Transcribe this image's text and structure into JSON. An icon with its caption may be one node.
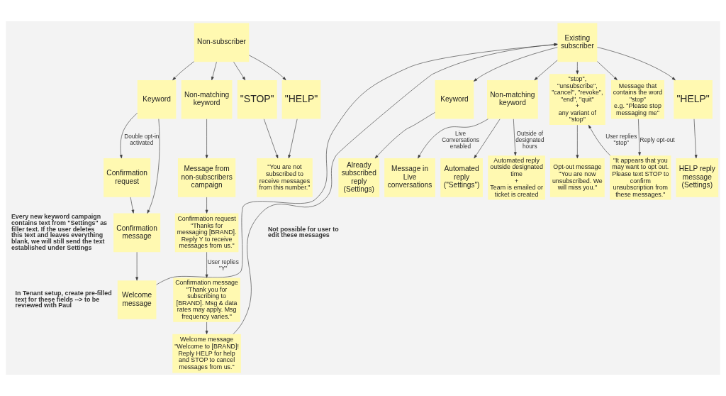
{
  "diagram": {
    "nodes": [
      {
        "text": [
          "Non-subscriber"
        ]
      },
      {
        "text": [
          "Keyword"
        ]
      },
      {
        "text": [
          "Non-matching keyword"
        ]
      },
      {
        "text": [
          "\"STOP\""
        ]
      },
      {
        "text": [
          "\"HELP\""
        ]
      },
      {
        "text": [
          "Confirmation request"
        ]
      },
      {
        "text": [
          "Confirmation message"
        ]
      },
      {
        "text": [
          "Welcome message"
        ]
      },
      {
        "text": [
          "Message from non-subscribers campaign"
        ]
      },
      {
        "text": [
          "Confirmation request",
          "\"Thanks for messaging [BRAND]. Reply Y to receive messages from us.\""
        ]
      },
      {
        "text": [
          "Confirmation message",
          "\"Thank you for subscribing to [BRAND]. Msg & data rates may apply. Msg frequency varies.\""
        ]
      },
      {
        "text": [
          "Welcome message",
          "\"Welcome to [BRAND]! Reply HELP for help and STOP to cancel messages from us.\""
        ]
      },
      {
        "text": [
          "\"You are not subscribed to receive messages from this number.\""
        ]
      },
      {
        "text": [
          "Existing subscriber"
        ]
      },
      {
        "text": [
          "Keyword"
        ]
      },
      {
        "text": [
          "Non-matching keyword"
        ]
      },
      {
        "text": [
          "Already subscribed reply (Settings)"
        ]
      },
      {
        "text": [
          "Message in Live conversations"
        ]
      },
      {
        "text": [
          "Automated reply (\"Settings\")"
        ]
      },
      {
        "text": [
          "Automated reply outside designated time",
          "+",
          "Team is emailed or ticket is created"
        ]
      },
      {
        "text": [
          "\"stop\", \"unsubscribe\", \"cancel\", \"revoke\", \"end\", \"quit\"",
          "+",
          "any variant of \"stop\""
        ]
      },
      {
        "text": [
          "Message that contains the word \"stop\"",
          "e.g. \"Please stop messaging me\""
        ]
      },
      {
        "text": [
          "\"HELP\""
        ]
      },
      {
        "text": [
          "Opt-out message",
          "\"You are now unsubscribed. We will miss you.\""
        ]
      },
      {
        "text": [
          "\"It appears that you may want to opt out. Please text STOP to confirm unsubscription from these messages.\""
        ]
      },
      {
        "text": [
          "HELP reply message (Settings)"
        ]
      }
    ],
    "edges": [
      {
        "from": 0,
        "to": 1,
        "arrow": "to"
      },
      {
        "from": 0,
        "to": 2,
        "arrow": "to"
      },
      {
        "from": 0,
        "to": 3,
        "arrow": "to"
      },
      {
        "from": 0,
        "to": 4,
        "arrow": "to"
      },
      {
        "from": 1,
        "to": 5,
        "arrow": "to",
        "label": "Double opt-in activated"
      },
      {
        "from": 1,
        "to": 6,
        "arrow": "to"
      },
      {
        "from": 5,
        "to": 6,
        "arrow": "to"
      },
      {
        "from": 6,
        "to": 7,
        "arrow": "to"
      },
      {
        "from": 2,
        "to": 8,
        "arrow": "to"
      },
      {
        "from": 8,
        "to": 9,
        "arrow": "to"
      },
      {
        "from": 9,
        "to": 10,
        "arrow": "to",
        "label": "User replies \"Y\""
      },
      {
        "from": 10,
        "to": 11,
        "arrow": "to"
      },
      {
        "from": 3,
        "to": 12,
        "arrow": "to"
      },
      {
        "from": 4,
        "to": 12,
        "arrow": "to"
      },
      {
        "from": 7,
        "to": 13,
        "arrow": "to"
      },
      {
        "from": 11,
        "to": 13,
        "arrow": "to"
      },
      {
        "from": 13,
        "to": 14,
        "arrow": "to"
      },
      {
        "from": 13,
        "to": 15,
        "arrow": "to"
      },
      {
        "from": 13,
        "to": 20,
        "arrow": "to"
      },
      {
        "from": 13,
        "to": 21,
        "arrow": "to"
      },
      {
        "from": 13,
        "to": 22,
        "arrow": "to"
      },
      {
        "from": 14,
        "to": 16,
        "arrow": "to"
      },
      {
        "from": 15,
        "to": 17,
        "arrow": "to",
        "label": "Live Conversations enabled"
      },
      {
        "from": 15,
        "to": 18,
        "arrow": "to"
      },
      {
        "from": 15,
        "to": 19,
        "arrow": "to",
        "label": "Outside of designated hours"
      },
      {
        "from": 20,
        "to": 23,
        "arrow": "to"
      },
      {
        "from": 21,
        "to": 24,
        "arrow": "to",
        "label": "Reply opt-out"
      },
      {
        "from": 24,
        "to": 20,
        "arrow": "to",
        "label": "User replies \"stop\""
      },
      {
        "from": 22,
        "to": 25,
        "arrow": "to"
      }
    ],
    "labels": [
      "Every new keyword campaign contains text from \"Settings\" as filler text. If the user deletes this text and leaves everything blank, we will still send the text established under Settings",
      "In Tenant setup, create pre-filled text for these fields --> to be reviewed with Paul",
      "Not possible for user to edit these messages"
    ]
  }
}
